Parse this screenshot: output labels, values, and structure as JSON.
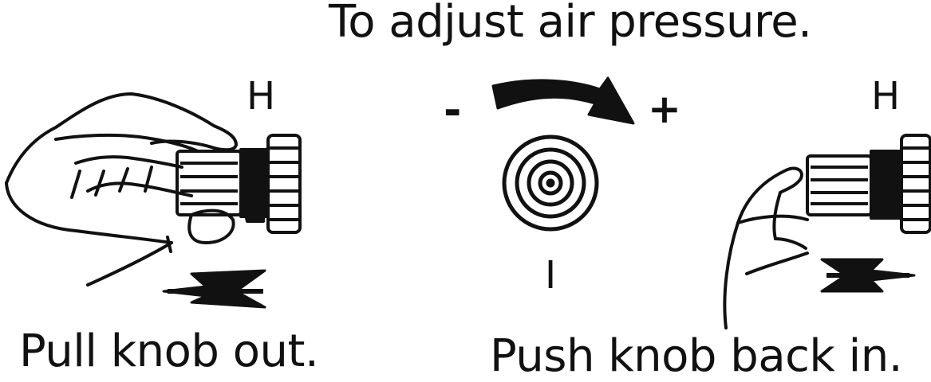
{
  "title": "To adjust air pressure.",
  "caption_left": "Pull knob out.",
  "caption_right": "Push knob back in.",
  "label_high_left": "H",
  "label_high_right": "H",
  "label_decrease": "-",
  "label_increase": "+",
  "label_low": "I",
  "icons": [
    "hand-pull-icon",
    "hand-push-icon",
    "knob-icon",
    "rotation-arrow-icon",
    "arrow-left-icon",
    "arrow-right-icon",
    "dial-icon"
  ]
}
